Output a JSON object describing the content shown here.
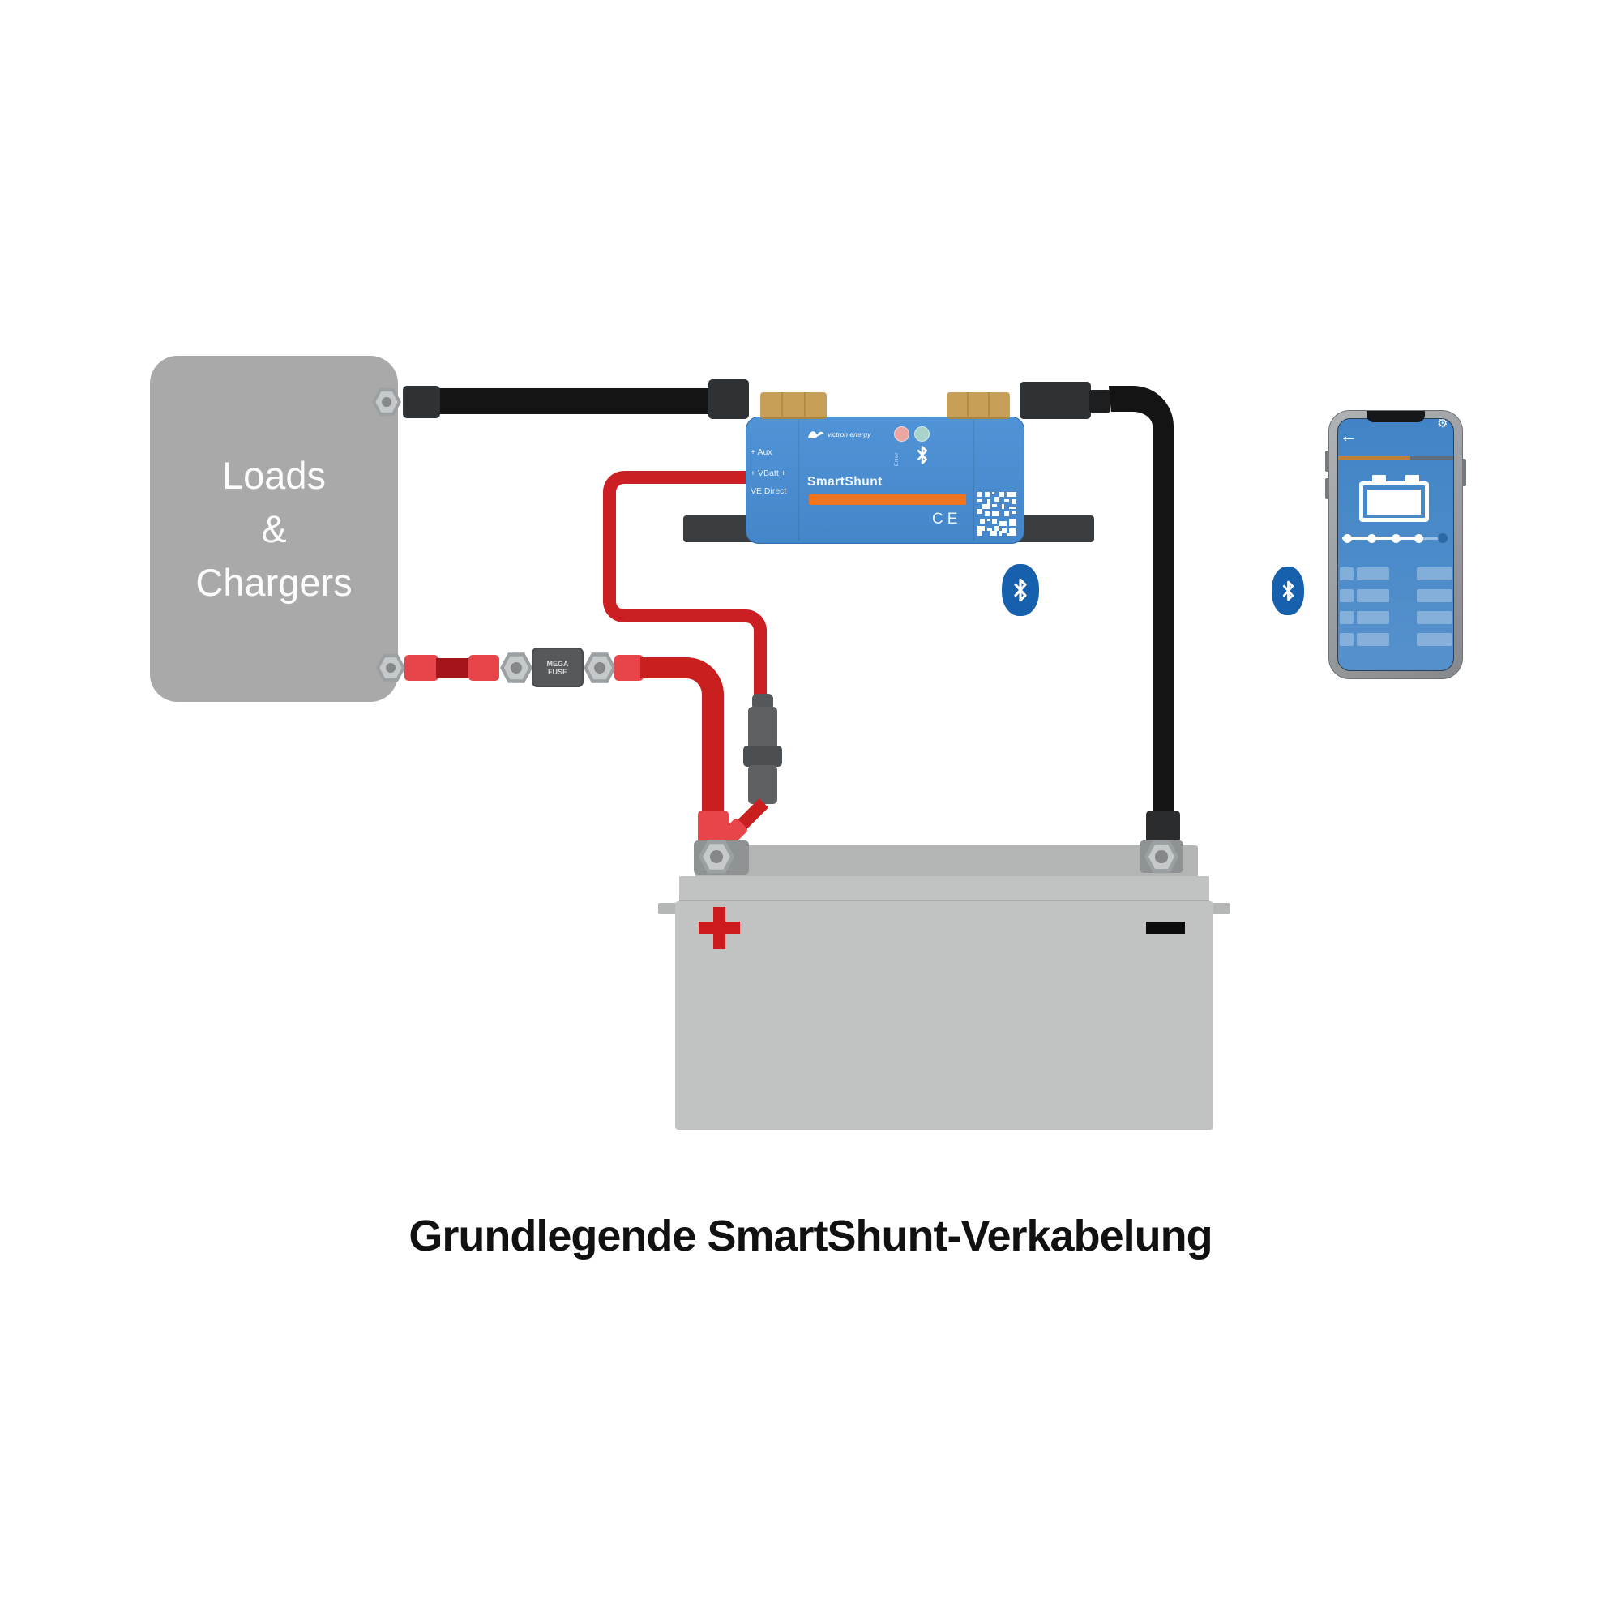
{
  "diagram": {
    "caption": "Grundlegende SmartShunt-Verkabelung",
    "loads_box": {
      "line1": "Loads",
      "line2": "&",
      "line3": "Chargers"
    },
    "smartshunt": {
      "brand": "victron energy",
      "port_labels": [
        "+ Aux",
        "+ VBatt +",
        "VE.Direct"
      ],
      "product_name": "SmartShunt",
      "error_label": "Error",
      "ce_mark": "CE"
    },
    "mega_fuse": {
      "line1": "MEGA",
      "line2": "FUSE"
    },
    "battery": {
      "positive_mark": "+",
      "negative_mark": "−"
    },
    "phone": {
      "back_arrow": "←",
      "gear": "⚙"
    },
    "colors": {
      "victron_blue": "#4a8ecf",
      "victron_orange": "#ee7522",
      "cable_red": "#c9201f",
      "lug_red": "#e8454b",
      "cable_black": "#141414",
      "loads_gray": "#a9a9a9",
      "battery_gray": "#c0c3c2",
      "bluetooth_blue": "#1760ae",
      "app_screen_blue": "#4a8ccb"
    }
  }
}
